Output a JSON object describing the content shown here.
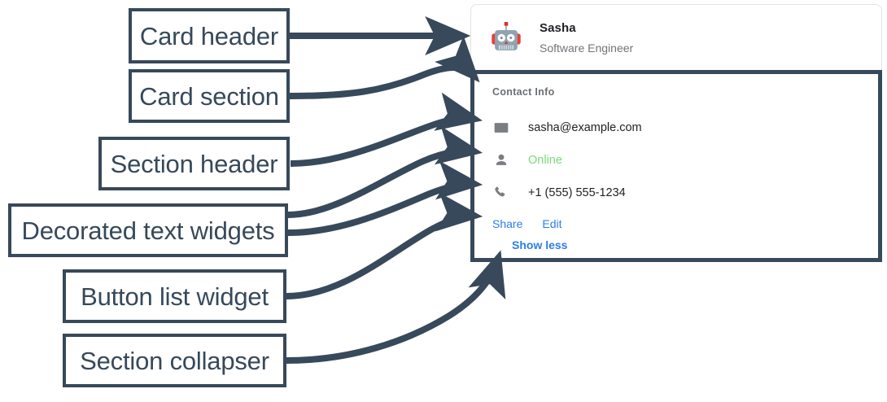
{
  "annotations": [
    {
      "id": "card-header",
      "label": "Card header"
    },
    {
      "id": "card-section",
      "label": "Card section"
    },
    {
      "id": "section-header",
      "label": "Section header"
    },
    {
      "id": "decorated-text",
      "label": "Decorated text widgets"
    },
    {
      "id": "button-list",
      "label": "Button list widget"
    },
    {
      "id": "section-collapser",
      "label": "Section collapser"
    }
  ],
  "card": {
    "header": {
      "avatar_icon": "robot-avatar-icon",
      "title": "Sasha",
      "subtitle": "Software Engineer"
    },
    "section": {
      "header": "Contact Info",
      "rows": [
        {
          "icon": "email-icon",
          "text": "sasha@example.com",
          "status": ""
        },
        {
          "icon": "person-icon",
          "text": "Online",
          "status": "online"
        },
        {
          "icon": "phone-icon",
          "text": "+1 (555) 555-1234",
          "status": ""
        }
      ],
      "buttons": [
        {
          "label": "Share"
        },
        {
          "label": "Edit"
        }
      ],
      "collapser": {
        "label": "Show less"
      }
    }
  },
  "colors": {
    "annotation": "#37495a",
    "link": "#2b7de9",
    "online": "#76dd76",
    "muted": "#6b6f73",
    "text": "#202124",
    "card_border": "#e2e2e2"
  }
}
